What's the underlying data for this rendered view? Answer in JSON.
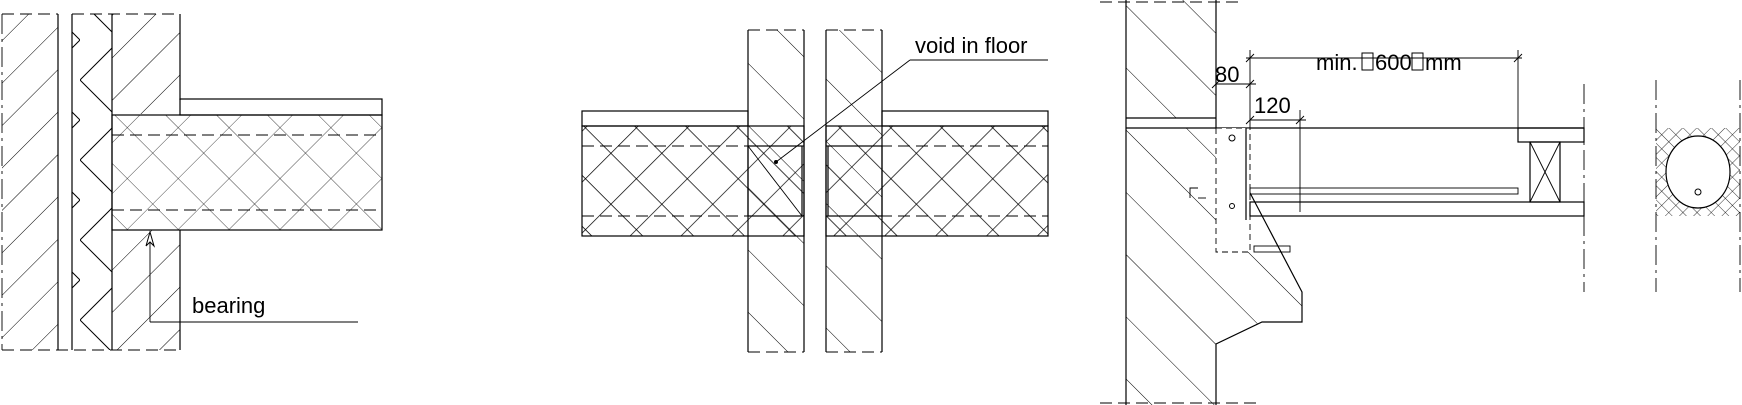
{
  "details": {
    "bearing": {
      "label": "bearing"
    },
    "void": {
      "label": "void in floor"
    },
    "trimmer": {
      "dim_wall": "80",
      "dim_bearing": "120",
      "dim_min_prefix": "min.",
      "dim_min_value": "600",
      "dim_min_unit": "mm"
    }
  }
}
